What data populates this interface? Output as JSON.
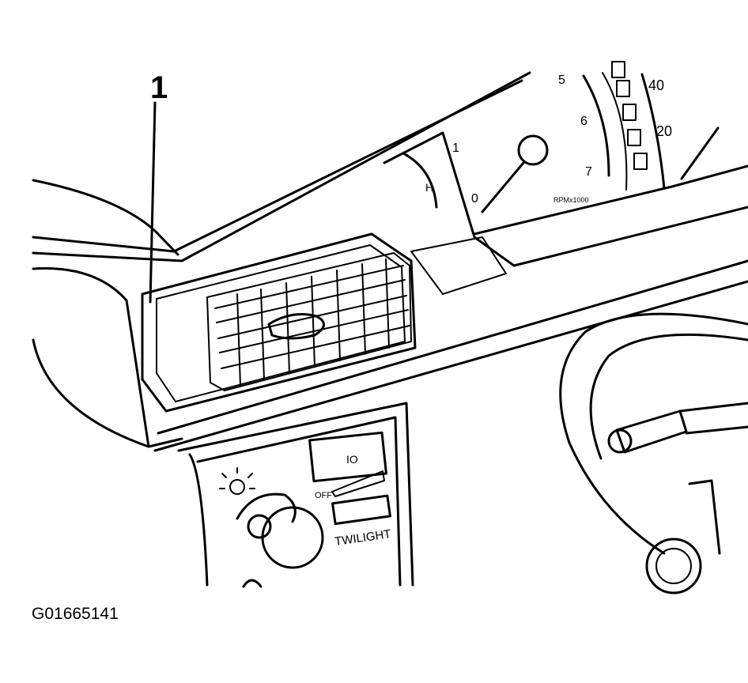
{
  "callout": {
    "number": "1"
  },
  "gauges": {
    "temp_label": "H",
    "fuel_ticks": [
      "1",
      "0"
    ],
    "tach_ticks": [
      "5",
      "6",
      "7"
    ],
    "tach_unit": "RPMx1000",
    "speed_ticks": [
      "40",
      "20"
    ]
  },
  "switch_panel": {
    "button_label": "IO",
    "off_label": "OFF",
    "twilight_label": "TWILIGHT"
  },
  "figure_id": "G01665141"
}
